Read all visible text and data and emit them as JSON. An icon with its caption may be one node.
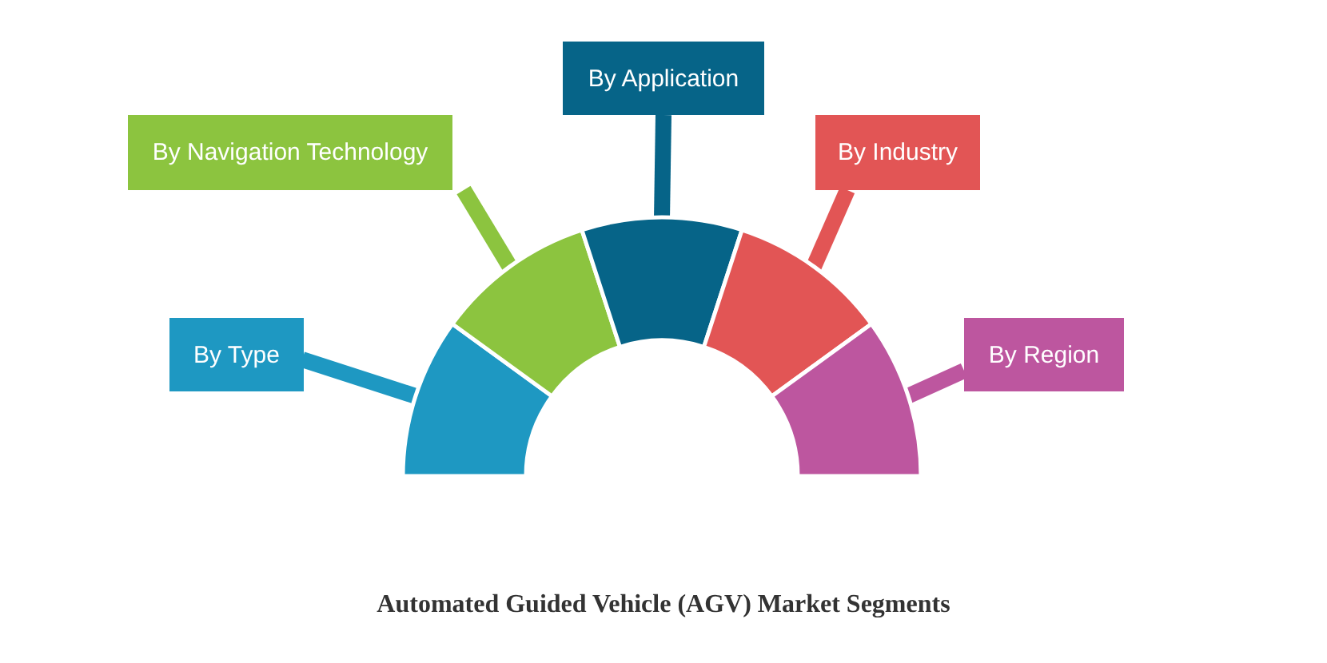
{
  "diagram": {
    "title": "Automated Guided Vehicle (AGV) Market Segments",
    "nodes": [
      {
        "text": [
          "By Type"
        ]
      },
      {
        "text": [
          "By Navigation Technology"
        ]
      },
      {
        "text": [
          "By Application"
        ]
      },
      {
        "text": [
          "By Industry"
        ]
      },
      {
        "text": [
          "By Region"
        ]
      },
      {
        "text": [],
        "shape": "wedge"
      },
      {
        "text": [],
        "shape": "wedge"
      },
      {
        "text": [],
        "shape": "wedge"
      },
      {
        "text": [],
        "shape": "wedge"
      },
      {
        "text": [],
        "shape": "wedge"
      }
    ],
    "edges": [
      {
        "from": 0,
        "to": 5,
        "arrow": "none",
        "color": "#1e98c2"
      },
      {
        "from": 1,
        "to": 6,
        "arrow": "none",
        "color": "#8cc43f"
      },
      {
        "from": 2,
        "to": 7,
        "arrow": "none",
        "color": "#066488"
      },
      {
        "from": 3,
        "to": 8,
        "arrow": "none",
        "color": "#e25555"
      },
      {
        "from": 4,
        "to": 9,
        "arrow": "none",
        "color": "#bd569f"
      }
    ]
  }
}
